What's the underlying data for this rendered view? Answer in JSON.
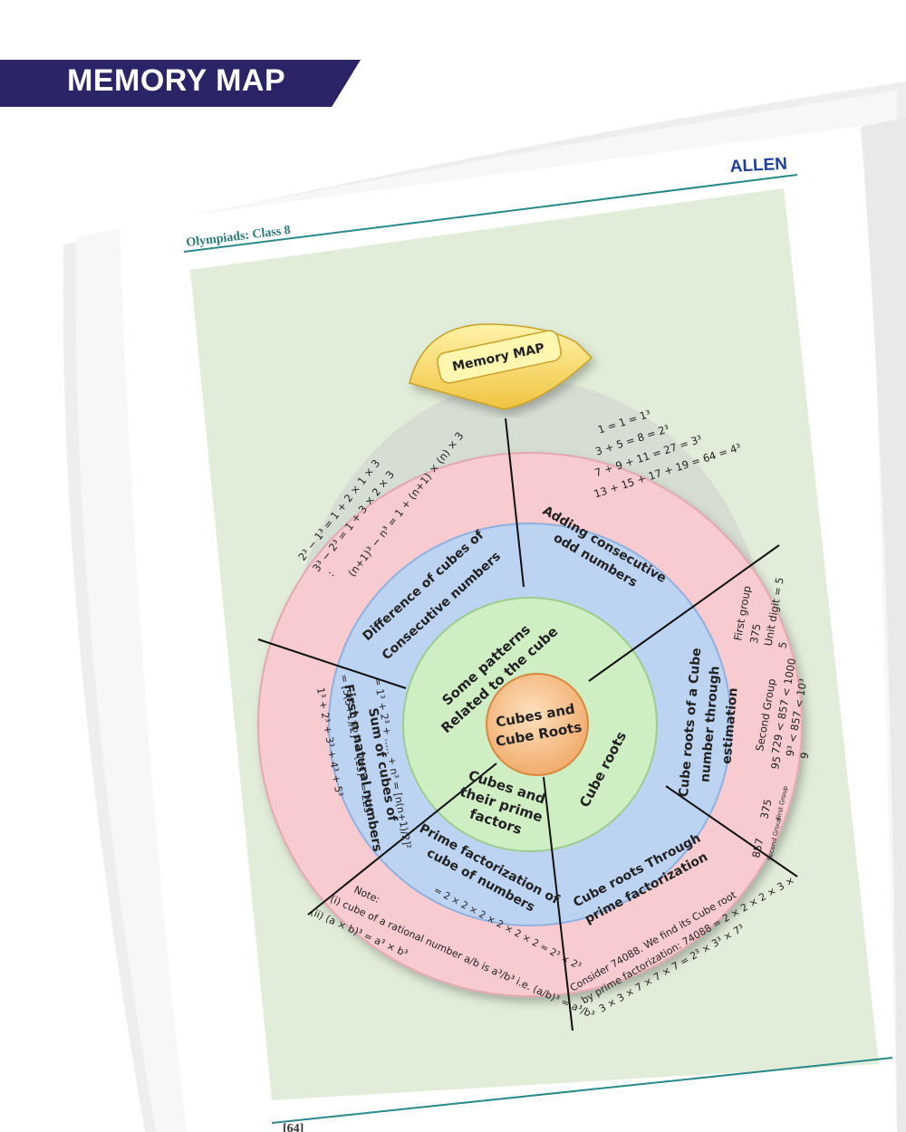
{
  "banner": {
    "title": "MEMORY MAP"
  },
  "page": {
    "brand": "ALLEN",
    "header": "Olympiads: Class 8",
    "page_number": "[64]",
    "colors": {
      "banner": "#2b2466",
      "rule": "#2a8a8a",
      "brand": "#1f3f9a",
      "outer_ring": "#f7cbd0",
      "middle_ring": "#bcd3f2",
      "inner_ring": "#cfeec4",
      "core": "#f6c38e",
      "panel": "#e1edd8"
    }
  },
  "map": {
    "tab_label": "Memory MAP",
    "center": [
      "Cubes and",
      "Cube Roots"
    ],
    "inner": {
      "patterns": [
        "Some patterns",
        "Related to the cube"
      ],
      "prime_factors": [
        "Cubes and",
        "their prime",
        "factors"
      ],
      "cube_roots": "Cube roots"
    },
    "middle": {
      "difference": [
        "Difference of cubes of",
        "Consecutive numbers"
      ],
      "adding_odd": [
        "Adding consecutive",
        "odd numbers"
      ],
      "estimation": [
        "Cube roots of a Cube",
        "number through",
        "estimation"
      ],
      "prime_root": [
        "Cube roots Through",
        "prime factorization"
      ],
      "prime_fact": [
        "Prime factorization of",
        "cube of numbers"
      ],
      "sum_cubes": [
        "Sum of cubes of",
        "First n natural numbers"
      ]
    },
    "outer": {
      "odd_lines": [
        "1 = 1 = 1³",
        "3 + 5 = 8 = 2³",
        "7 + 9 + 11 = 27 = 3³",
        "13 + 15 + 17 + 19 = 64 = 4³"
      ],
      "diff_lines": [
        "2³ − 1³ = 1 + 2 × 1 × 3",
        "3³ − 2³ = 1 + 3 × 2 × 3",
        ":",
        "(n+1)³ − n³ = 1 + (n+1) × (n) × 3"
      ],
      "estimate_first": [
        "First group",
        "375",
        "Unit digit = 5",
        "5"
      ],
      "estimate_second": [
        "Second Group",
        "729 < 857 < 1000",
        "9³ < 857 < 10³",
        "9"
      ],
      "estimate_div": [
        "857",
        "375",
        "Second Group",
        "First Group",
        "95"
      ],
      "prime_root_lines": [
        "Consider 74088. We find its Cube root",
        "by prime factorization: 74088 = 2 × 2 × 2 × 3 ×",
        "3 × 3 × 7 × 7 × 7 = 2³ × 3³ × 7³"
      ],
      "note_lines": [
        "Note:",
        "(i) cube of a rational number  a/b is a³/b³ i.e. (a/b)³ = a³/b³",
        "(ii) (a × b)³ = a³ × b³"
      ],
      "sum_lines": [
        "1³ + 2³ + 3³ + 4³ + 5³",
        "= [5(5+1)/2]² = (15)² = 225",
        "= 1³ + 2³ + ..... + n³ = [n(n+1)/2]²"
      ],
      "prime_fact_line": "= 2 × 2 × 2 × 2 × 2 × 2 = 2³ × 2³"
    }
  }
}
